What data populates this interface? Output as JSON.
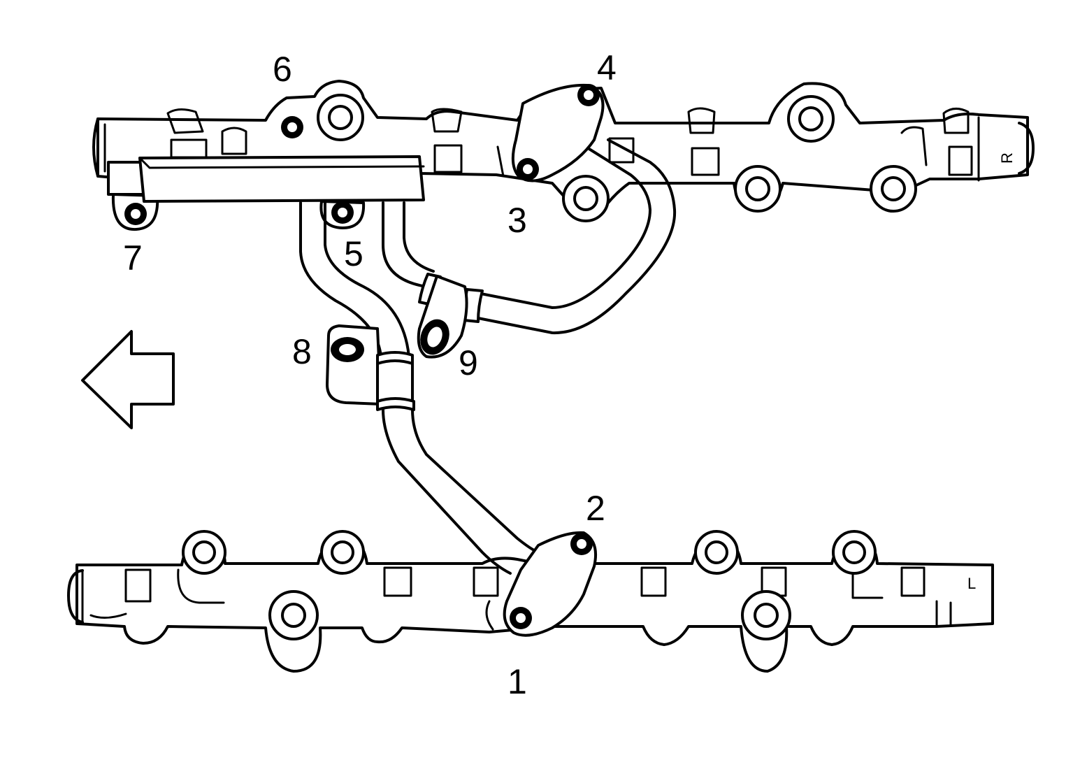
{
  "callouts": {
    "c1": "1",
    "c2": "2",
    "c3": "3",
    "c4": "4",
    "c5": "5",
    "c6": "6",
    "c7": "7",
    "c8": "8",
    "c9": "9"
  },
  "rail_marks": {
    "right": "R",
    "left": "L"
  },
  "direction_arrow": "left-arrow-icon",
  "colors": {
    "line": "#000000",
    "background": "#ffffff"
  }
}
